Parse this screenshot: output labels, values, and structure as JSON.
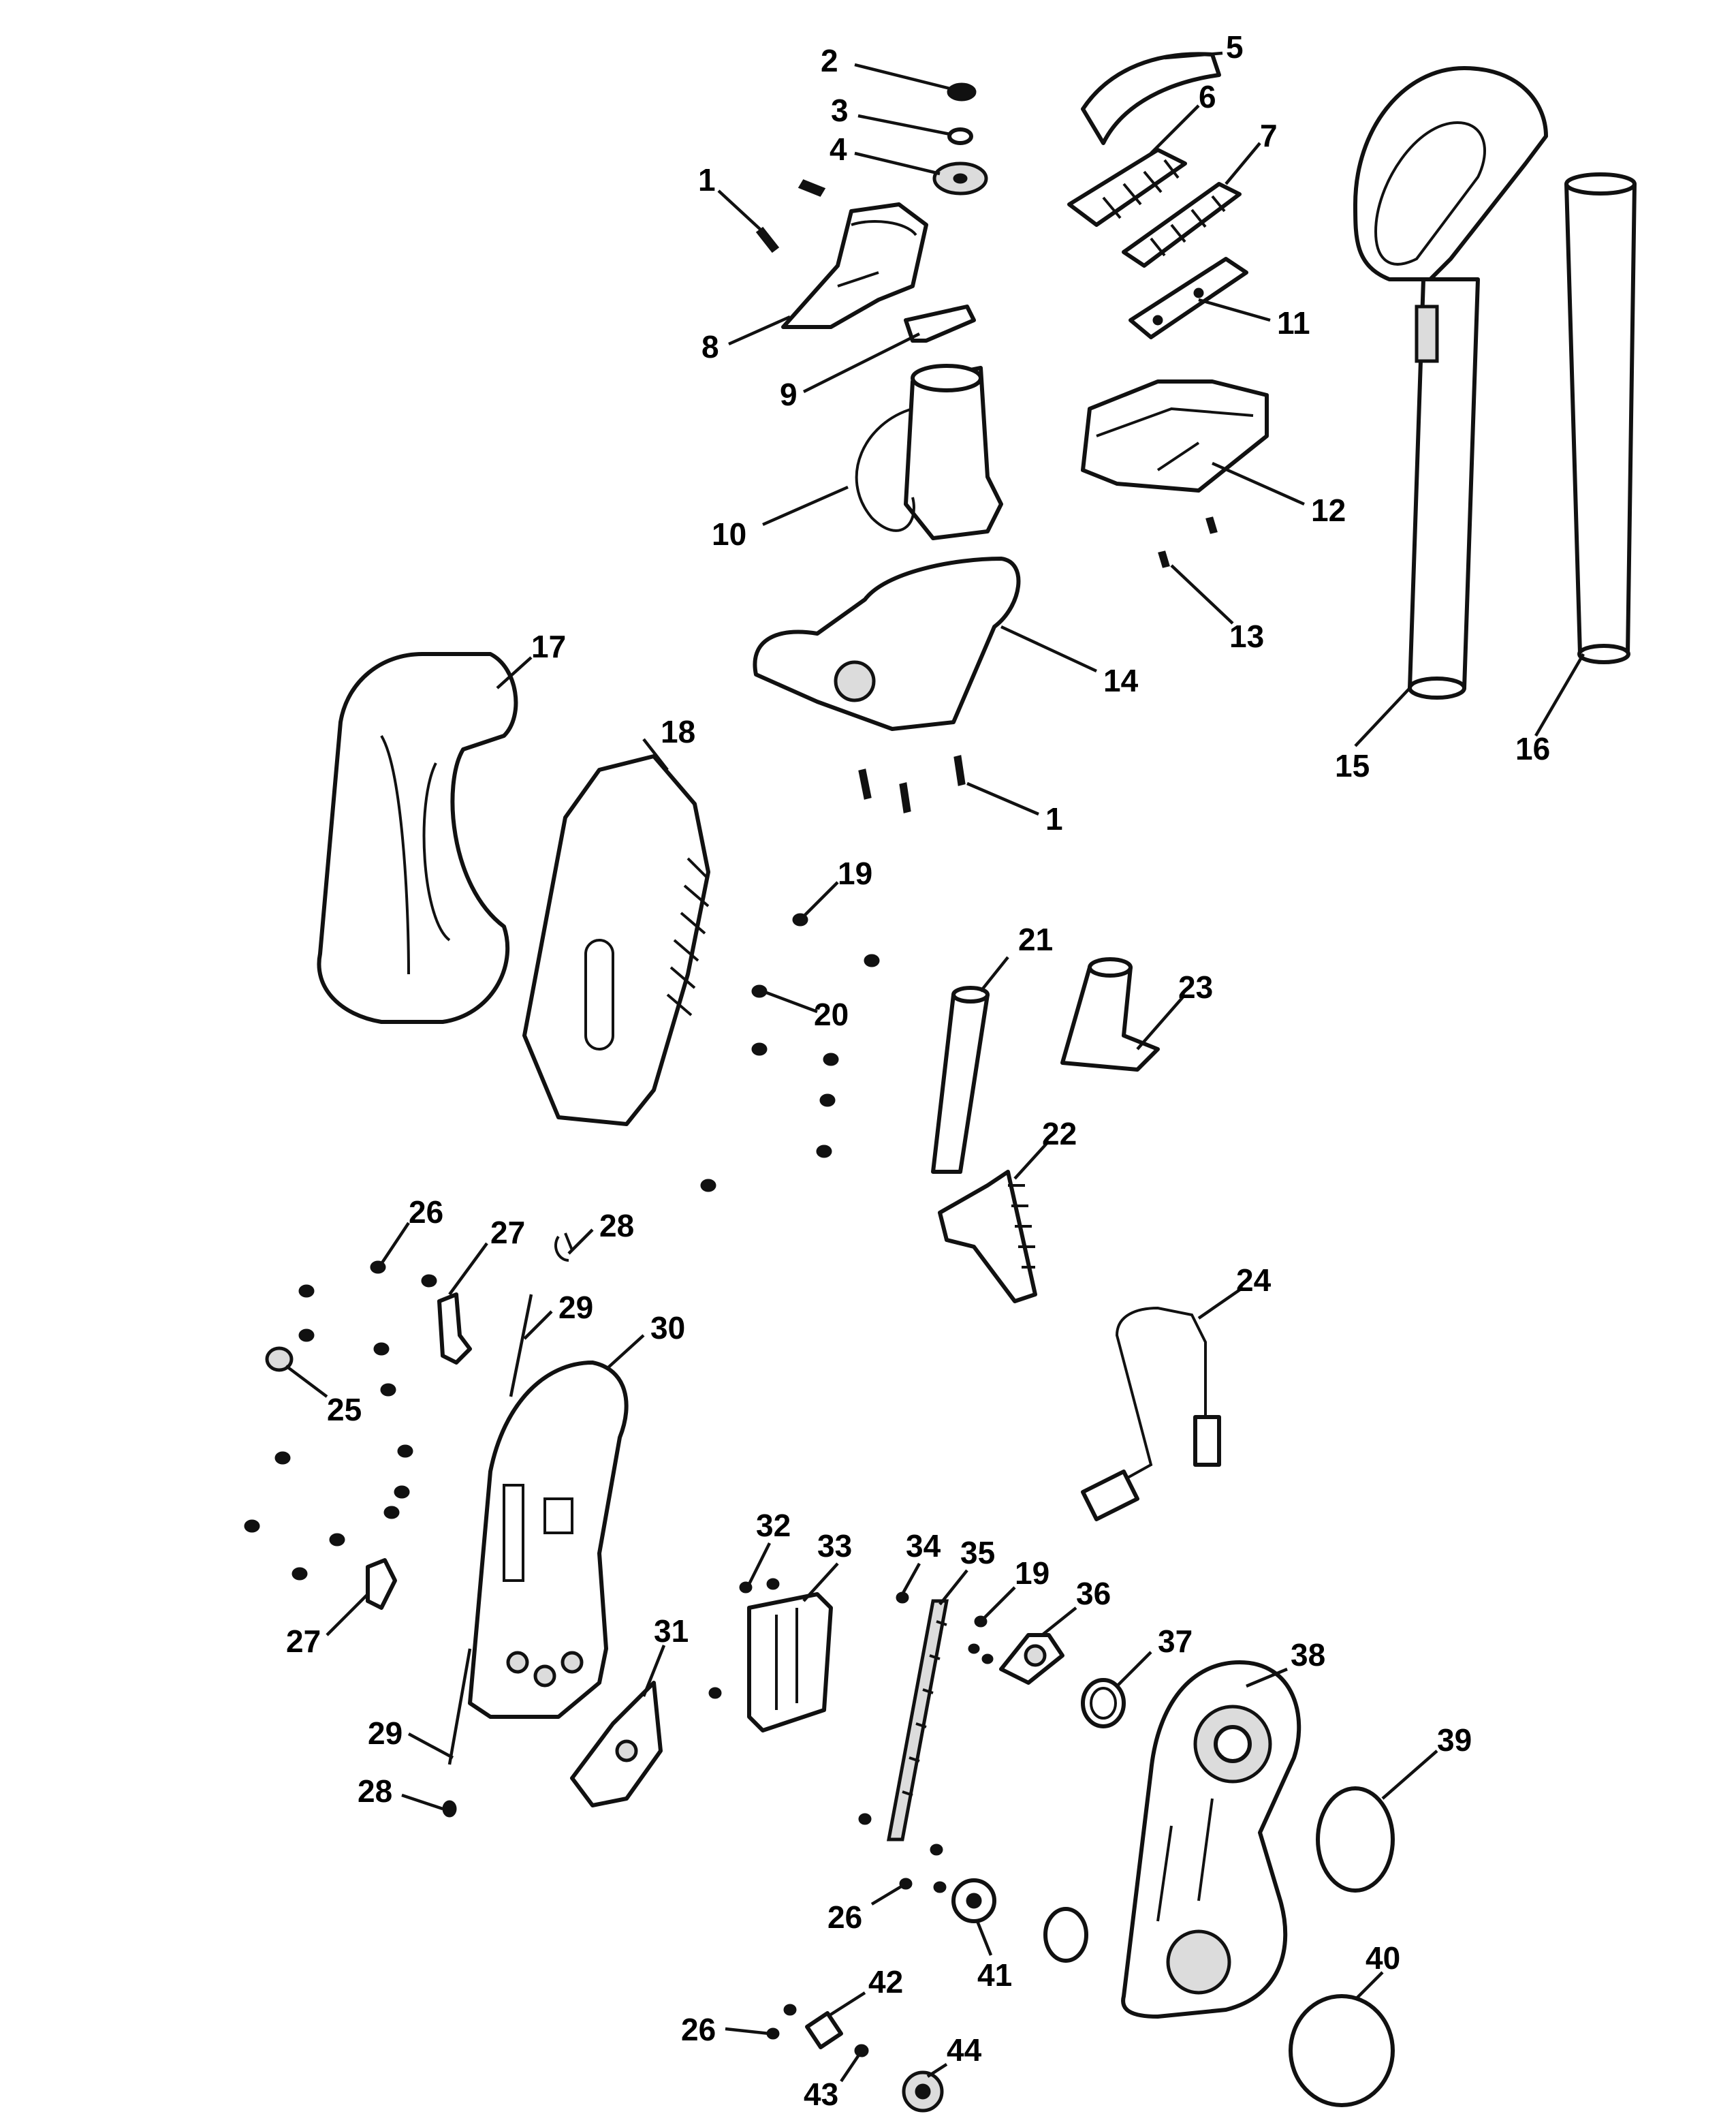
{
  "callouts": [
    {
      "id": "c-1a",
      "label": "1"
    },
    {
      "id": "c-2",
      "label": "2"
    },
    {
      "id": "c-3",
      "label": "3"
    },
    {
      "id": "c-4",
      "label": "4"
    },
    {
      "id": "c-5",
      "label": "5"
    },
    {
      "id": "c-6",
      "label": "6"
    },
    {
      "id": "c-7",
      "label": "7"
    },
    {
      "id": "c-8",
      "label": "8"
    },
    {
      "id": "c-9",
      "label": "9"
    },
    {
      "id": "c-10",
      "label": "10"
    },
    {
      "id": "c-11",
      "label": "11"
    },
    {
      "id": "c-12",
      "label": "12"
    },
    {
      "id": "c-13",
      "label": "13"
    },
    {
      "id": "c-14",
      "label": "14"
    },
    {
      "id": "c-15",
      "label": "15"
    },
    {
      "id": "c-16",
      "label": "16"
    },
    {
      "id": "c-17",
      "label": "17"
    },
    {
      "id": "c-18",
      "label": "18"
    },
    {
      "id": "c-1b",
      "label": "1"
    },
    {
      "id": "c-19a",
      "label": "19"
    },
    {
      "id": "c-20",
      "label": "20"
    },
    {
      "id": "c-21",
      "label": "21"
    },
    {
      "id": "c-22",
      "label": "22"
    },
    {
      "id": "c-23",
      "label": "23"
    },
    {
      "id": "c-24",
      "label": "24"
    },
    {
      "id": "c-25",
      "label": "25"
    },
    {
      "id": "c-26a",
      "label": "26"
    },
    {
      "id": "c-27a",
      "label": "27"
    },
    {
      "id": "c-28a",
      "label": "28"
    },
    {
      "id": "c-29a",
      "label": "29"
    },
    {
      "id": "c-30",
      "label": "30"
    },
    {
      "id": "c-27b",
      "label": "27"
    },
    {
      "id": "c-29b",
      "label": "29"
    },
    {
      "id": "c-28b",
      "label": "28"
    },
    {
      "id": "c-31",
      "label": "31"
    },
    {
      "id": "c-32",
      "label": "32"
    },
    {
      "id": "c-33",
      "label": "33"
    },
    {
      "id": "c-34",
      "label": "34"
    },
    {
      "id": "c-35",
      "label": "35"
    },
    {
      "id": "c-19b",
      "label": "19"
    },
    {
      "id": "c-36",
      "label": "36"
    },
    {
      "id": "c-37",
      "label": "37"
    },
    {
      "id": "c-38",
      "label": "38"
    },
    {
      "id": "c-39",
      "label": "39"
    },
    {
      "id": "c-40",
      "label": "40"
    },
    {
      "id": "c-26b",
      "label": "26"
    },
    {
      "id": "c-41",
      "label": "41"
    },
    {
      "id": "c-42",
      "label": "42"
    },
    {
      "id": "c-26c",
      "label": "26"
    },
    {
      "id": "c-43",
      "label": "43"
    },
    {
      "id": "c-44",
      "label": "44"
    }
  ]
}
